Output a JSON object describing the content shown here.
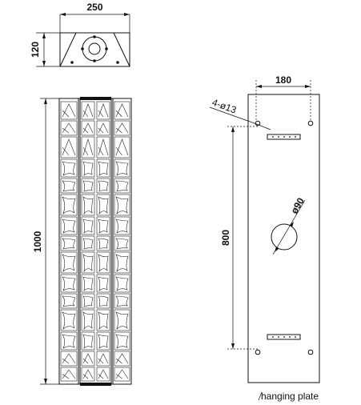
{
  "top_view": {
    "width_label": "250",
    "height_label": "120"
  },
  "front_view": {
    "height_label": "1000"
  },
  "plate": {
    "width_label": "180",
    "holes_label": "4-ø13",
    "hole_diameter_label": "ø90",
    "spacing_label": "800",
    "caption": "hanging plate"
  }
}
